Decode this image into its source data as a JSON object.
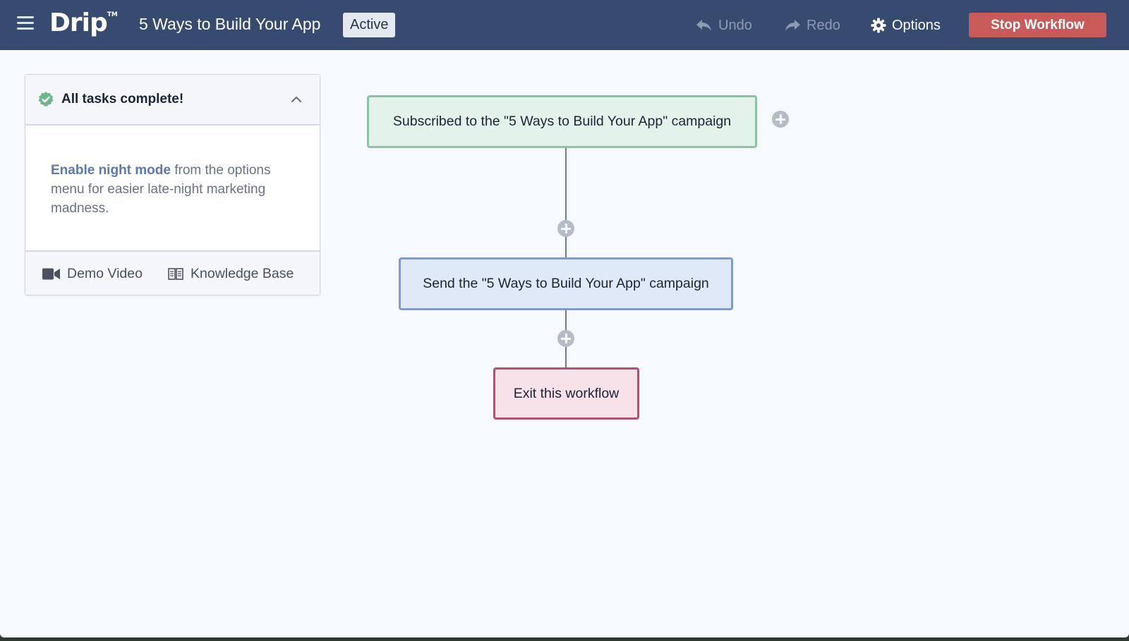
{
  "header": {
    "logo": "Drip",
    "logo_tm": "TM",
    "workflow_title": "5 Ways to Build Your App",
    "status": "Active",
    "undo_label": "Undo",
    "redo_label": "Redo",
    "options_label": "Options",
    "stop_label": "Stop Workflow"
  },
  "tasks_card": {
    "title": "All tasks complete!",
    "tip_link": "Enable night mode",
    "tip_text": " from the options menu for easier late-night marketing madness.",
    "demo_video": "Demo Video",
    "knowledge_base": "Knowledge Base"
  },
  "workflow": {
    "trigger": "Subscribed to the \"5 Ways to Build Your App\" campaign",
    "action": "Send the \"5 Ways to Build Your App\" campaign",
    "exit": "Exit this workflow"
  },
  "colors": {
    "header_bg": "#374b70",
    "stop_button": "#c85a5a",
    "trigger_bg": "#e3f2ea",
    "trigger_border": "#8ac3a1",
    "action_bg": "#dfe9f8",
    "action_border": "#7a9bd4",
    "exit_bg": "#f8e2ea",
    "exit_border": "#b3506e",
    "check_green": "#6db58a"
  },
  "icons": [
    "menu-icon",
    "undo-icon",
    "redo-icon",
    "gear-icon",
    "check-badge-icon",
    "chevron-up-icon",
    "video-camera-icon",
    "book-icon",
    "plus-icon"
  ]
}
